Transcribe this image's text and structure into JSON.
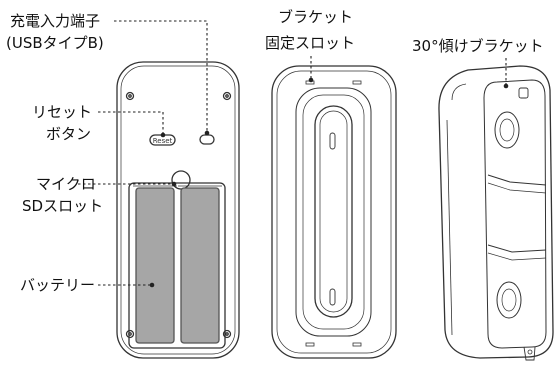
{
  "labels": {
    "charge_port_line1": "充電入力端子",
    "charge_port_line2": "(USBタイプB)",
    "reset_line1": "リセット",
    "reset_line2": "ボタン",
    "microsd_line1": "マイクロ",
    "microsd_line2": "SDスロット",
    "battery": "バッテリー",
    "bracket_slot_line1": "ブラケット",
    "bracket_slot_line2": "固定スロット",
    "tilt_bracket": "30°傾けブラケット",
    "reset_button_text": "Reset"
  },
  "colors": {
    "outline": "#333333",
    "battery_fill": "#a6a6a6",
    "leader_line": "#222222",
    "text": "#111111"
  }
}
